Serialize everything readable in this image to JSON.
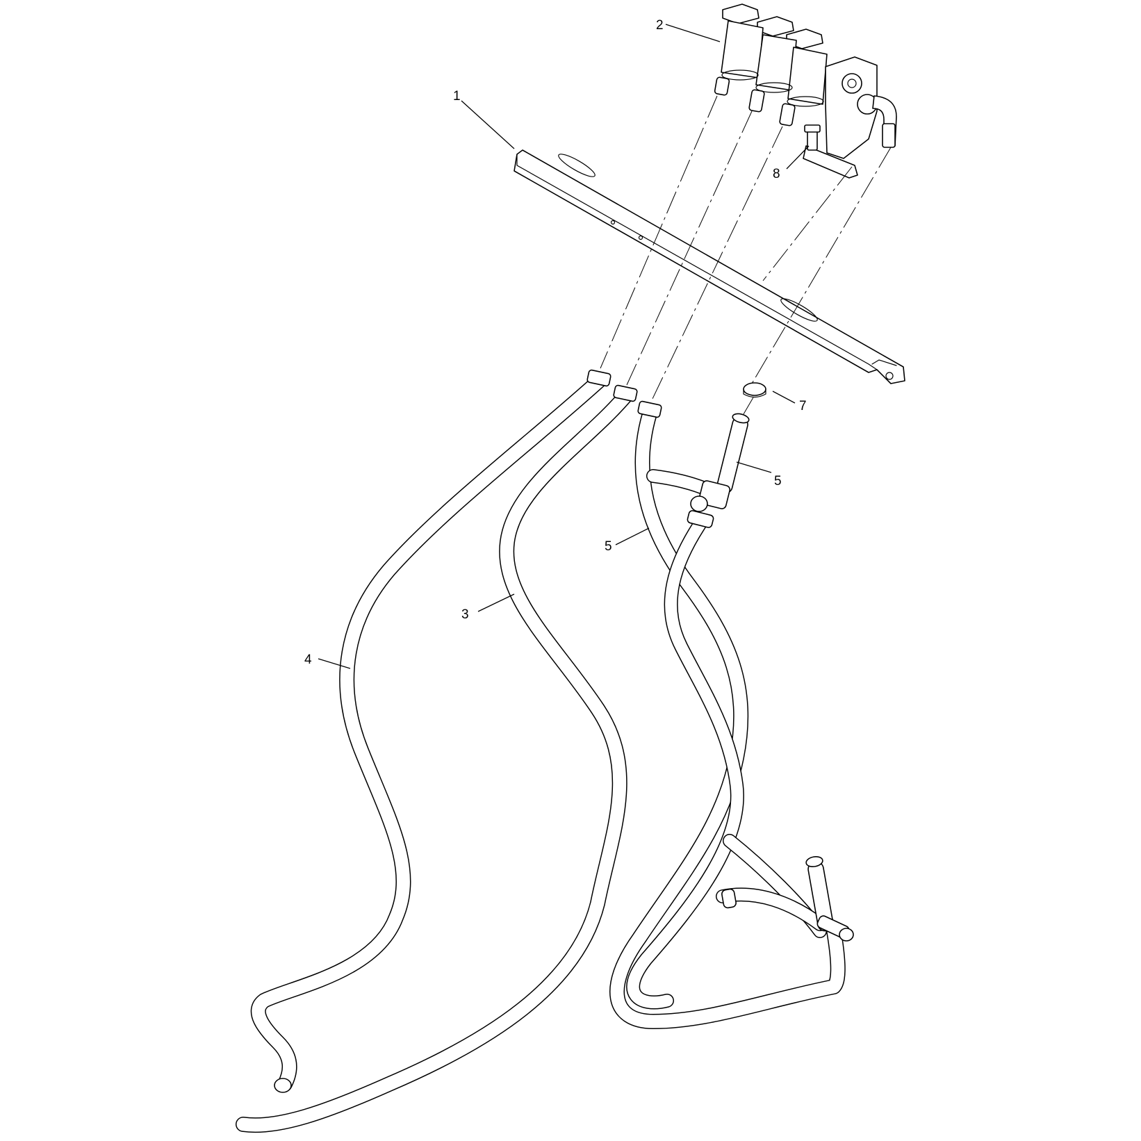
{
  "callouts": [
    {
      "id": "1",
      "label": "1"
    },
    {
      "id": "2",
      "label": "2"
    },
    {
      "id": "3",
      "label": "3"
    },
    {
      "id": "4",
      "label": "4"
    },
    {
      "id": "5a",
      "label": "5"
    },
    {
      "id": "5b",
      "label": "5"
    },
    {
      "id": "7",
      "label": "7"
    },
    {
      "id": "8",
      "label": "8"
    }
  ],
  "colors": {
    "line": "#000000",
    "background": "#ffffff"
  }
}
